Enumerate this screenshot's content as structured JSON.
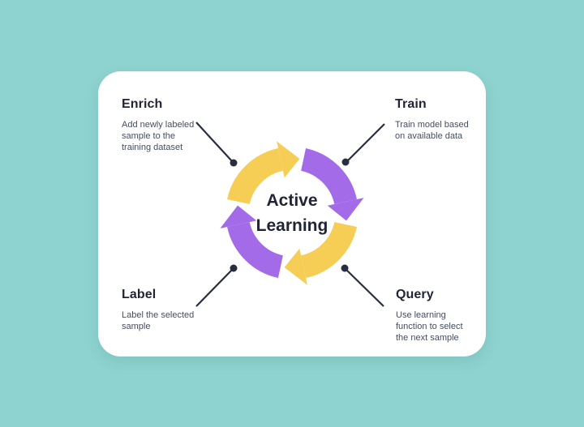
{
  "diagram": {
    "title": "Active\nLearning",
    "type": "cycle",
    "stages": [
      {
        "id": "enrich",
        "label": "Enrich",
        "description": "Add newly labeled\nsample to the\ntraining dataset",
        "position": "top-left",
        "arrow_color": "#F6CD55"
      },
      {
        "id": "train",
        "label": "Train",
        "description": "Train model based\non available data",
        "position": "top-right",
        "arrow_color": "#A46BE8"
      },
      {
        "id": "label",
        "label": "Label",
        "description": "Label the selected\nsample",
        "position": "bottom-left",
        "arrow_color": "#A46BE8"
      },
      {
        "id": "query",
        "label": "Query",
        "description": "Use learning\nfunction to select\nthe next sample",
        "position": "bottom-right",
        "arrow_color": "#F6CD55"
      }
    ]
  },
  "colors": {
    "background": "#8ED3D0",
    "card": "#FFFFFF",
    "arrow_yellow": "#F6CD55",
    "arrow_purple": "#A46BE8",
    "heading_text": "#1F2534",
    "body_text": "#434E60",
    "connector": "#272E3E"
  }
}
